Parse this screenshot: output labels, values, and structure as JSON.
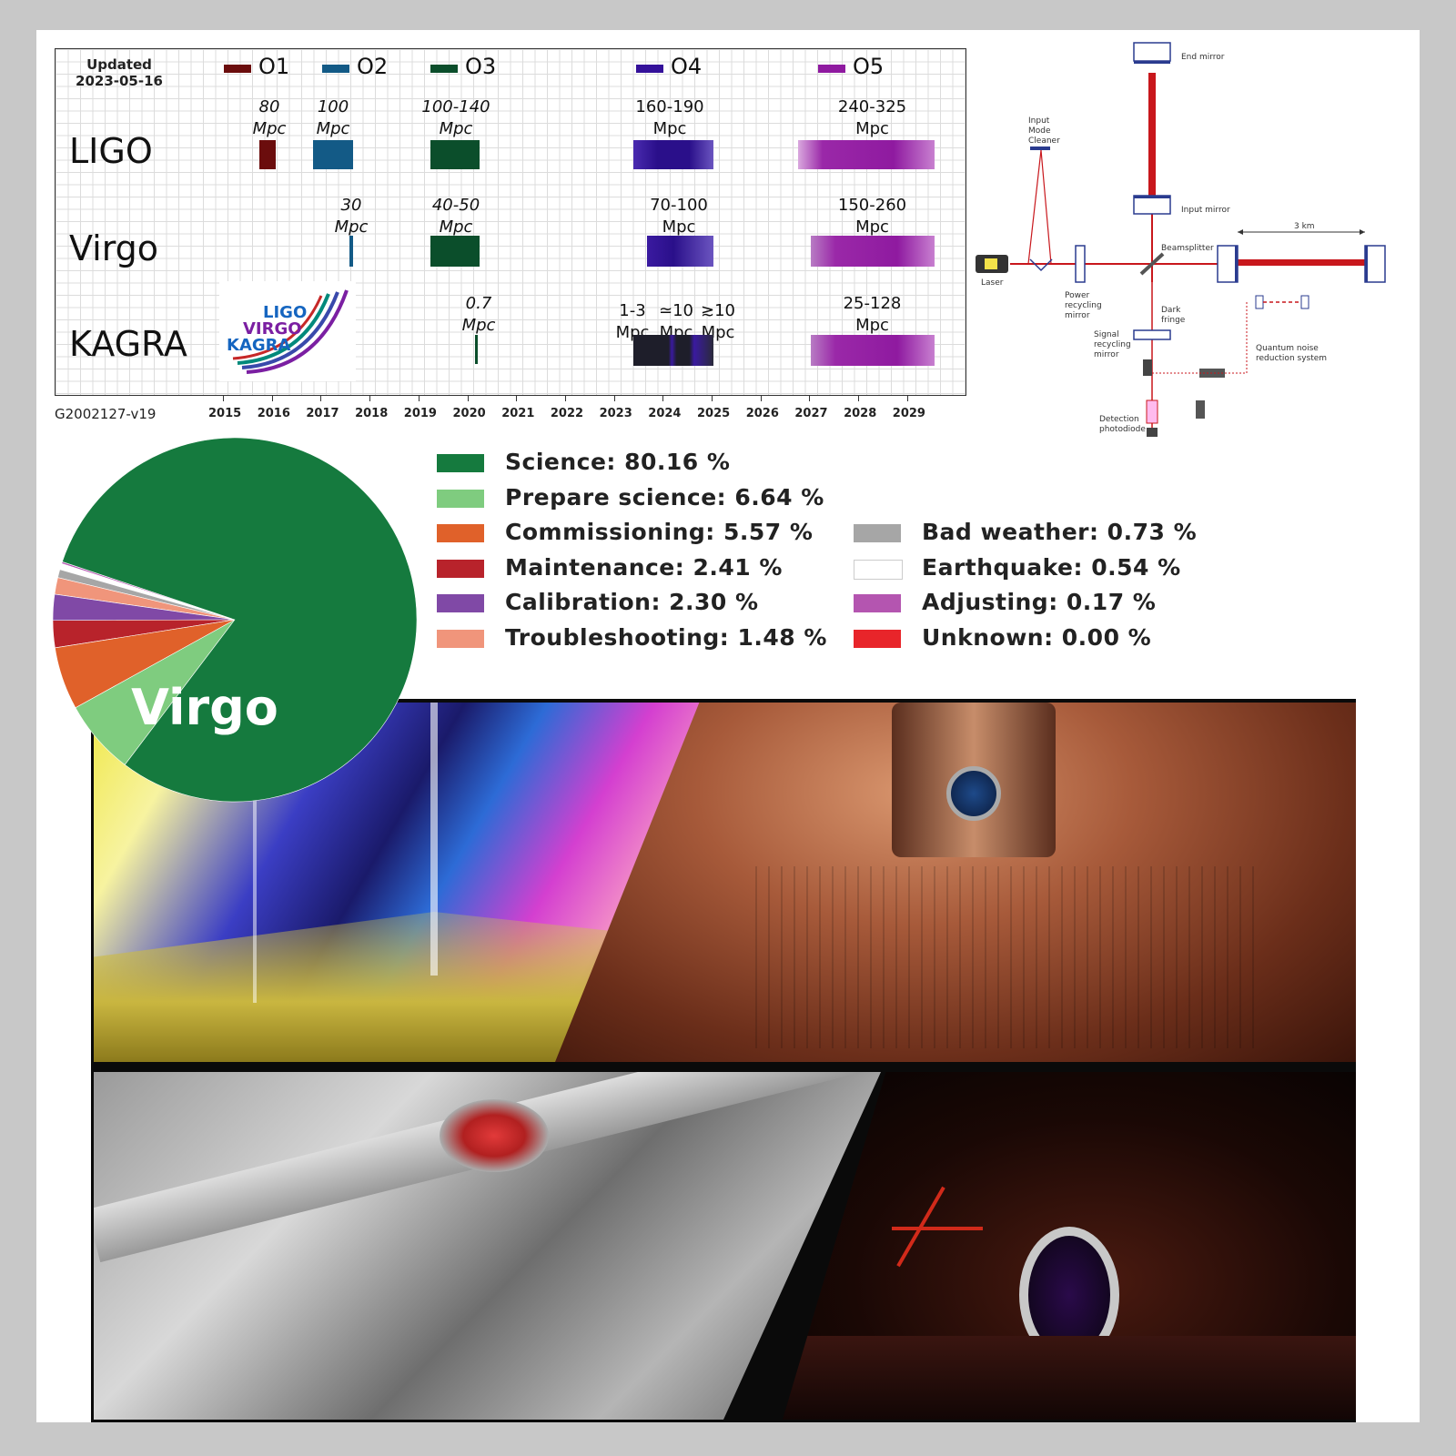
{
  "timeline": {
    "updated": "Updated\n2023-05-16",
    "doc_id": "G2002127-v19",
    "runs": [
      {
        "label": "O1",
        "color": "#6b0d0d"
      },
      {
        "label": "O2",
        "color": "#135a86"
      },
      {
        "label": "O3",
        "color": "#0b4e2b"
      },
      {
        "label": "O4",
        "color": "#34119a"
      },
      {
        "label": "O5",
        "color": "#8f1aa0"
      }
    ],
    "detectors": [
      "LIGO",
      "Virgo",
      "KAGRA"
    ],
    "years": [
      "2015",
      "2016",
      "2017",
      "2018",
      "2019",
      "2020",
      "2021",
      "2022",
      "2023",
      "2024",
      "2025",
      "2026",
      "2027",
      "2028",
      "2029"
    ],
    "annotations": {
      "ligo_o1": "80\nMpc",
      "ligo_o2": "100\nMpc",
      "ligo_o3": "100-140\nMpc",
      "ligo_o4": "160-190\nMpc",
      "ligo_o5": "240-325\nMpc",
      "virgo_o2": "30\nMpc",
      "virgo_o3": "40-50\nMpc",
      "virgo_o4": "70-100\nMpc",
      "virgo_o5": "150-260\nMpc",
      "kagra_o3": "0.7\nMpc",
      "kagra_o4a": "1-3\nMpc",
      "kagra_o4b": "≃10\nMpc",
      "kagra_o4c": "≳10\nMpc",
      "kagra_o5": "25-128\nMpc"
    },
    "logo_text": [
      "LIGO",
      "VIRGO",
      "KAGRA"
    ]
  },
  "diagram": {
    "labels": {
      "end_mirror": "End mirror",
      "imc": "Input\nMode\nCleaner",
      "input_mirror": "Input mirror",
      "beamsplitter": "Beamsplitter",
      "arm": "3 km",
      "laser": "Laser",
      "prm": "Power\nrecycling\nmirror",
      "dark": "Dark\nfringe",
      "srm": "Signal\nrecycling\nmirror",
      "qnr": "Quantum noise\nreduction system",
      "pd": "Detection\nphotodiode"
    }
  },
  "pie": {
    "title": "Virgo",
    "legend_left": [
      {
        "label": "Science: 80.16 %",
        "color": "#157a3e"
      },
      {
        "label": "Prepare science: 6.64 %",
        "color": "#7fcc7f"
      },
      {
        "label": "Commissioning: 5.57 %",
        "color": "#e0612a"
      },
      {
        "label": "Maintenance: 2.41 %",
        "color": "#b8232b"
      },
      {
        "label": "Calibration: 2.30 %",
        "color": "#8049a6"
      },
      {
        "label": "Troubleshooting: 1.48 %",
        "color": "#f0957b"
      }
    ],
    "legend_right": [
      {
        "label": "Bad weather: 0.73 %",
        "color": "#a6a6a6"
      },
      {
        "label": "Earthquake: 0.54 %",
        "color": "#ffffff"
      },
      {
        "label": "Adjusting: 0.17 %",
        "color": "#b455b0"
      },
      {
        "label": "Unknown: 0.00 %",
        "color": "#e8252a"
      }
    ]
  },
  "chart_data": {
    "type": "pie",
    "title": "Virgo",
    "categories": [
      "Science",
      "Prepare science",
      "Commissioning",
      "Maintenance",
      "Calibration",
      "Troubleshooting",
      "Bad weather",
      "Earthquake",
      "Adjusting",
      "Unknown"
    ],
    "values": [
      80.16,
      6.64,
      5.57,
      2.41,
      2.3,
      1.48,
      0.73,
      0.54,
      0.17,
      0.0
    ],
    "colors": [
      "#157a3e",
      "#7fcc7f",
      "#e0612a",
      "#b8232b",
      "#8049a6",
      "#f0957b",
      "#a6a6a6",
      "#ffffff",
      "#b455b0",
      "#e8252a"
    ]
  }
}
